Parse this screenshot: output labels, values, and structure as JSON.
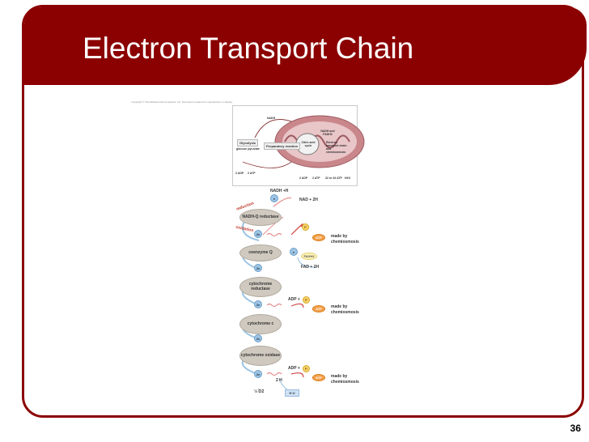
{
  "slide": {
    "title": "Electron Transport Chain",
    "number": "36"
  },
  "colors": {
    "title_bar": "#8b0000",
    "border": "#8b0000",
    "title_text": "#ffffff"
  },
  "overview": {
    "caption": "Copyright © The McGraw-Hill Companies, Inc. Permission required for reproduction or display.",
    "glycolysis": "Glycolysis",
    "glucose_pyruvate": "glucose   pyruvate",
    "prep_reaction": "Preparatory reaction",
    "citric_acid_cycle": "Citric acid cycle",
    "etc_label": "Electron transport chain and chemiosmosis",
    "nadh_top": "NADH",
    "nadh_fadh2": "NADH and FADH2",
    "atp_left_1": "2 ADP",
    "atp_left_2": "2 ATP",
    "atp_mid_1": "2 ADP",
    "atp_mid_2": "2 ATP",
    "atp_right": "32 or 34 ATP",
    "h2o": "H2O"
  },
  "diagram": {
    "nadh_h": "NADH +H",
    "nad_2h": "NAD  + 2H",
    "reduction": "reduction",
    "oxidation": "oxidation",
    "complex_1": "NADH-Q reductase",
    "complex_2": "coenzyme Q",
    "complex_3": "cytochrome reductase",
    "complex_4": "cytochrome c",
    "complex_5": "cytochrome oxidase",
    "electron": "2e",
    "electron_short": "e",
    "p": "P",
    "adp_plus": "ADP +",
    "atp": "ATP",
    "made_by_1": "made by",
    "chemiosmosis_1": "chemiosmosis",
    "made_by_2": "made by",
    "chemiosmosis_2": "chemiosmosis",
    "made_by_3": "made by",
    "chemiosmosis_3": "chemiosmosis",
    "fadh2": "FADH2",
    "fad_2h": "FAD + 2H",
    "two_h": "2 H",
    "half_o2": "½ O2",
    "h2o": "H O"
  }
}
